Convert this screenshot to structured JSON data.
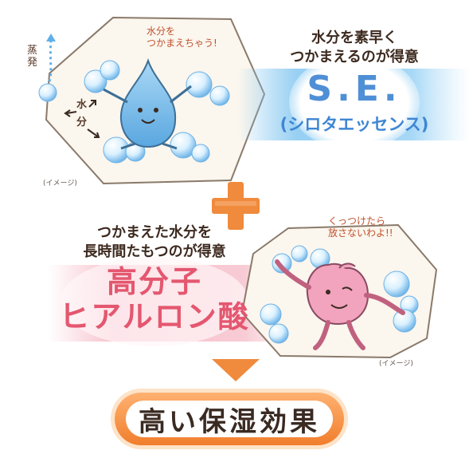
{
  "top_panel": {
    "evaporation_label": "蒸発",
    "speech": "水分を\nつかまえちゃう!",
    "water_label_1": "水",
    "water_label_2": "分",
    "caption": "(イメージ)"
  },
  "se_section": {
    "heading": "水分を素早く\nつかまえるのが得意",
    "title": "S.E.",
    "subtitle": "(シロタエッセンス)"
  },
  "ha_section": {
    "heading": "つかまえた水分を\n長時間たもつのが得意",
    "title_line1": "高分子",
    "title_line2": "ヒアルロン酸"
  },
  "bottom_panel": {
    "speech": "くっつけたら\n放さないわよ!!",
    "caption": "(イメージ)"
  },
  "result": {
    "label": "高い保湿効果"
  },
  "colors": {
    "orange": "#f08a3c",
    "blue": "#4f8fd6",
    "pink": "#e4576f",
    "brown": "#5a3b2a"
  }
}
